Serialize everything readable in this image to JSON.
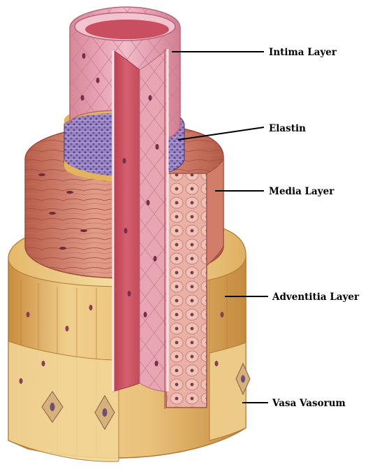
{
  "labels": {
    "intima": "Intima Layer",
    "elastin": "Elastin",
    "media": "Media Layer",
    "adventitia": "Adventitia Layer",
    "vasa_vasorum": "Vasa Vasorum"
  },
  "colors": {
    "intima_pink": "#e9a7b5",
    "lumen_red": "#c9505e",
    "elastin_purple": "#8d77b6",
    "media_salmon": "#d88b7c",
    "adventitia_yellow": "#e8c27e",
    "leader_line": "#000000"
  }
}
